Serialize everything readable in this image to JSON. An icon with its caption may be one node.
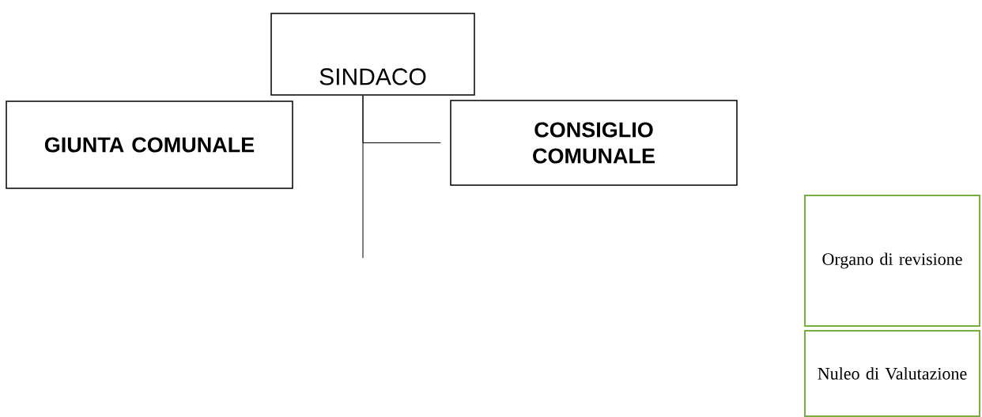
{
  "diagram": {
    "nodes": [
      {
        "text": [
          "SINDACO"
        ]
      },
      {
        "text": [
          "GIUNTA COMUNALE"
        ]
      },
      {
        "text": [
          "CONSIGLIO COMUNALE"
        ]
      },
      {
        "text": [
          "Organo di revisione"
        ]
      },
      {
        "text": [
          "Nuleo di Valutazione"
        ]
      }
    ],
    "edges": [
      {
        "from": 0,
        "to": 2,
        "arrow": "none"
      },
      {
        "from": 0,
        "to": null,
        "arrow": "none"
      }
    ]
  }
}
